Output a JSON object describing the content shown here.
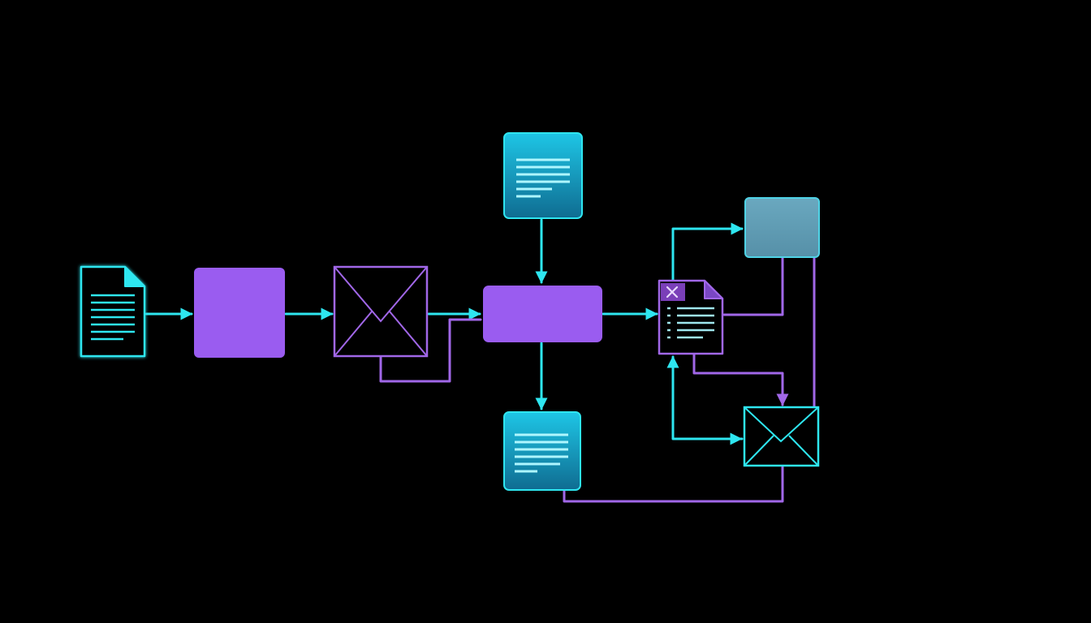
{
  "colors": {
    "background": "#000000",
    "cyan": "#2ee6f0",
    "purple": "#9a5cf0",
    "purple_line": "#a167e8",
    "card_cyan": "#1fa6c9",
    "card_muted": "#5f9fb7"
  },
  "nodes": [
    {
      "id": "source-document",
      "kind": "document-icon"
    },
    {
      "id": "process-block-1",
      "kind": "purple-block"
    },
    {
      "id": "envelope-1",
      "kind": "envelope-icon"
    },
    {
      "id": "top-document-card",
      "kind": "document-card"
    },
    {
      "id": "central-process-block",
      "kind": "purple-block"
    },
    {
      "id": "bottom-document-card",
      "kind": "document-card"
    },
    {
      "id": "rejected-document",
      "kind": "document-icon-with-x"
    },
    {
      "id": "output-block",
      "kind": "muted-block"
    },
    {
      "id": "envelope-2",
      "kind": "envelope-icon"
    }
  ],
  "edges": [
    {
      "from": "source-document",
      "to": "process-block-1",
      "style": "cyan-arrow"
    },
    {
      "from": "process-block-1",
      "to": "envelope-1",
      "style": "cyan-arrow"
    },
    {
      "from": "envelope-1",
      "to": "central-process-block",
      "style": "cyan-arrow"
    },
    {
      "from": "envelope-1",
      "to": "central-process-block",
      "style": "purple-elbow"
    },
    {
      "from": "top-document-card",
      "to": "central-process-block",
      "style": "cyan-arrow"
    },
    {
      "from": "central-process-block",
      "to": "bottom-document-card",
      "style": "cyan-arrow"
    },
    {
      "from": "central-process-block",
      "to": "rejected-document",
      "style": "cyan-arrow"
    },
    {
      "from": "rejected-document",
      "to": "output-block",
      "style": "cyan-arrow"
    },
    {
      "from": "output-block",
      "to": "rejected-document",
      "style": "purple-elbow"
    },
    {
      "from": "rejected-document",
      "to": "envelope-2",
      "style": "purple-arrow"
    },
    {
      "from": "envelope-2",
      "to": "rejected-document",
      "style": "cyan-arrow"
    },
    {
      "from": "output-block",
      "to": "envelope-2",
      "style": "purple-line"
    },
    {
      "from": "bottom-document-card",
      "to": "envelope-2",
      "style": "purple-line"
    }
  ]
}
